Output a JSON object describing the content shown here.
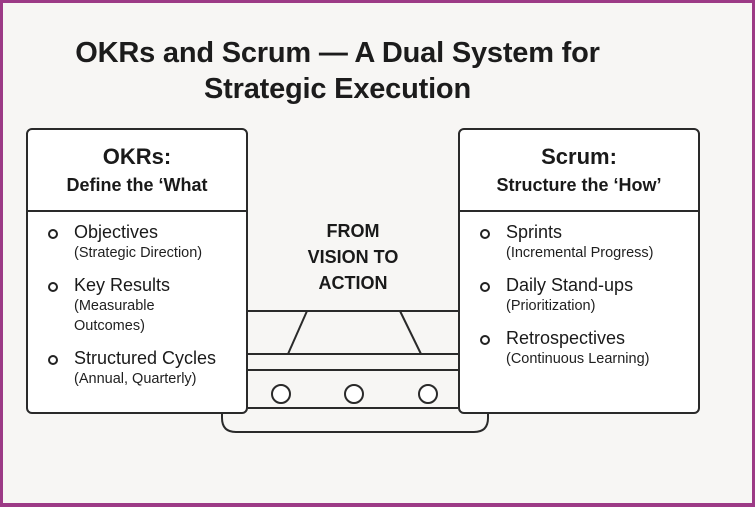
{
  "title": {
    "line1": "OKRs and Scrum — A Dual System for",
    "line2": "Strategic Execution"
  },
  "colors": {
    "frame_border": "#9c3a86",
    "stroke": "#2a2a2a",
    "background": "#f7f6f4"
  },
  "okrs": {
    "heading": "OKRs:",
    "subheading": "Define the ‘What",
    "items": [
      {
        "title": "Objectives",
        "sub1": "(Strategic Direction)",
        "sub2": ""
      },
      {
        "title": "Key Results",
        "sub1": "(Measurable",
        "sub2": "Outcomes)"
      },
      {
        "title": "Structured Cycles",
        "sub1": "(Annual, Quarterly)",
        "sub2": ""
      }
    ]
  },
  "scrum": {
    "heading": "Scrum:",
    "subheading": "Structure the ‘How’",
    "items": [
      {
        "title": "Sprints",
        "sub1": "(Incremental Progress)"
      },
      {
        "title": "Daily Stand-ups",
        "sub1": "(Prioritization)"
      },
      {
        "title": "Retrospectives",
        "sub1": "(Continuous Learning)"
      }
    ]
  },
  "center": {
    "line1": "FROM",
    "line2": "VISION TO",
    "line3": "ACTION"
  }
}
